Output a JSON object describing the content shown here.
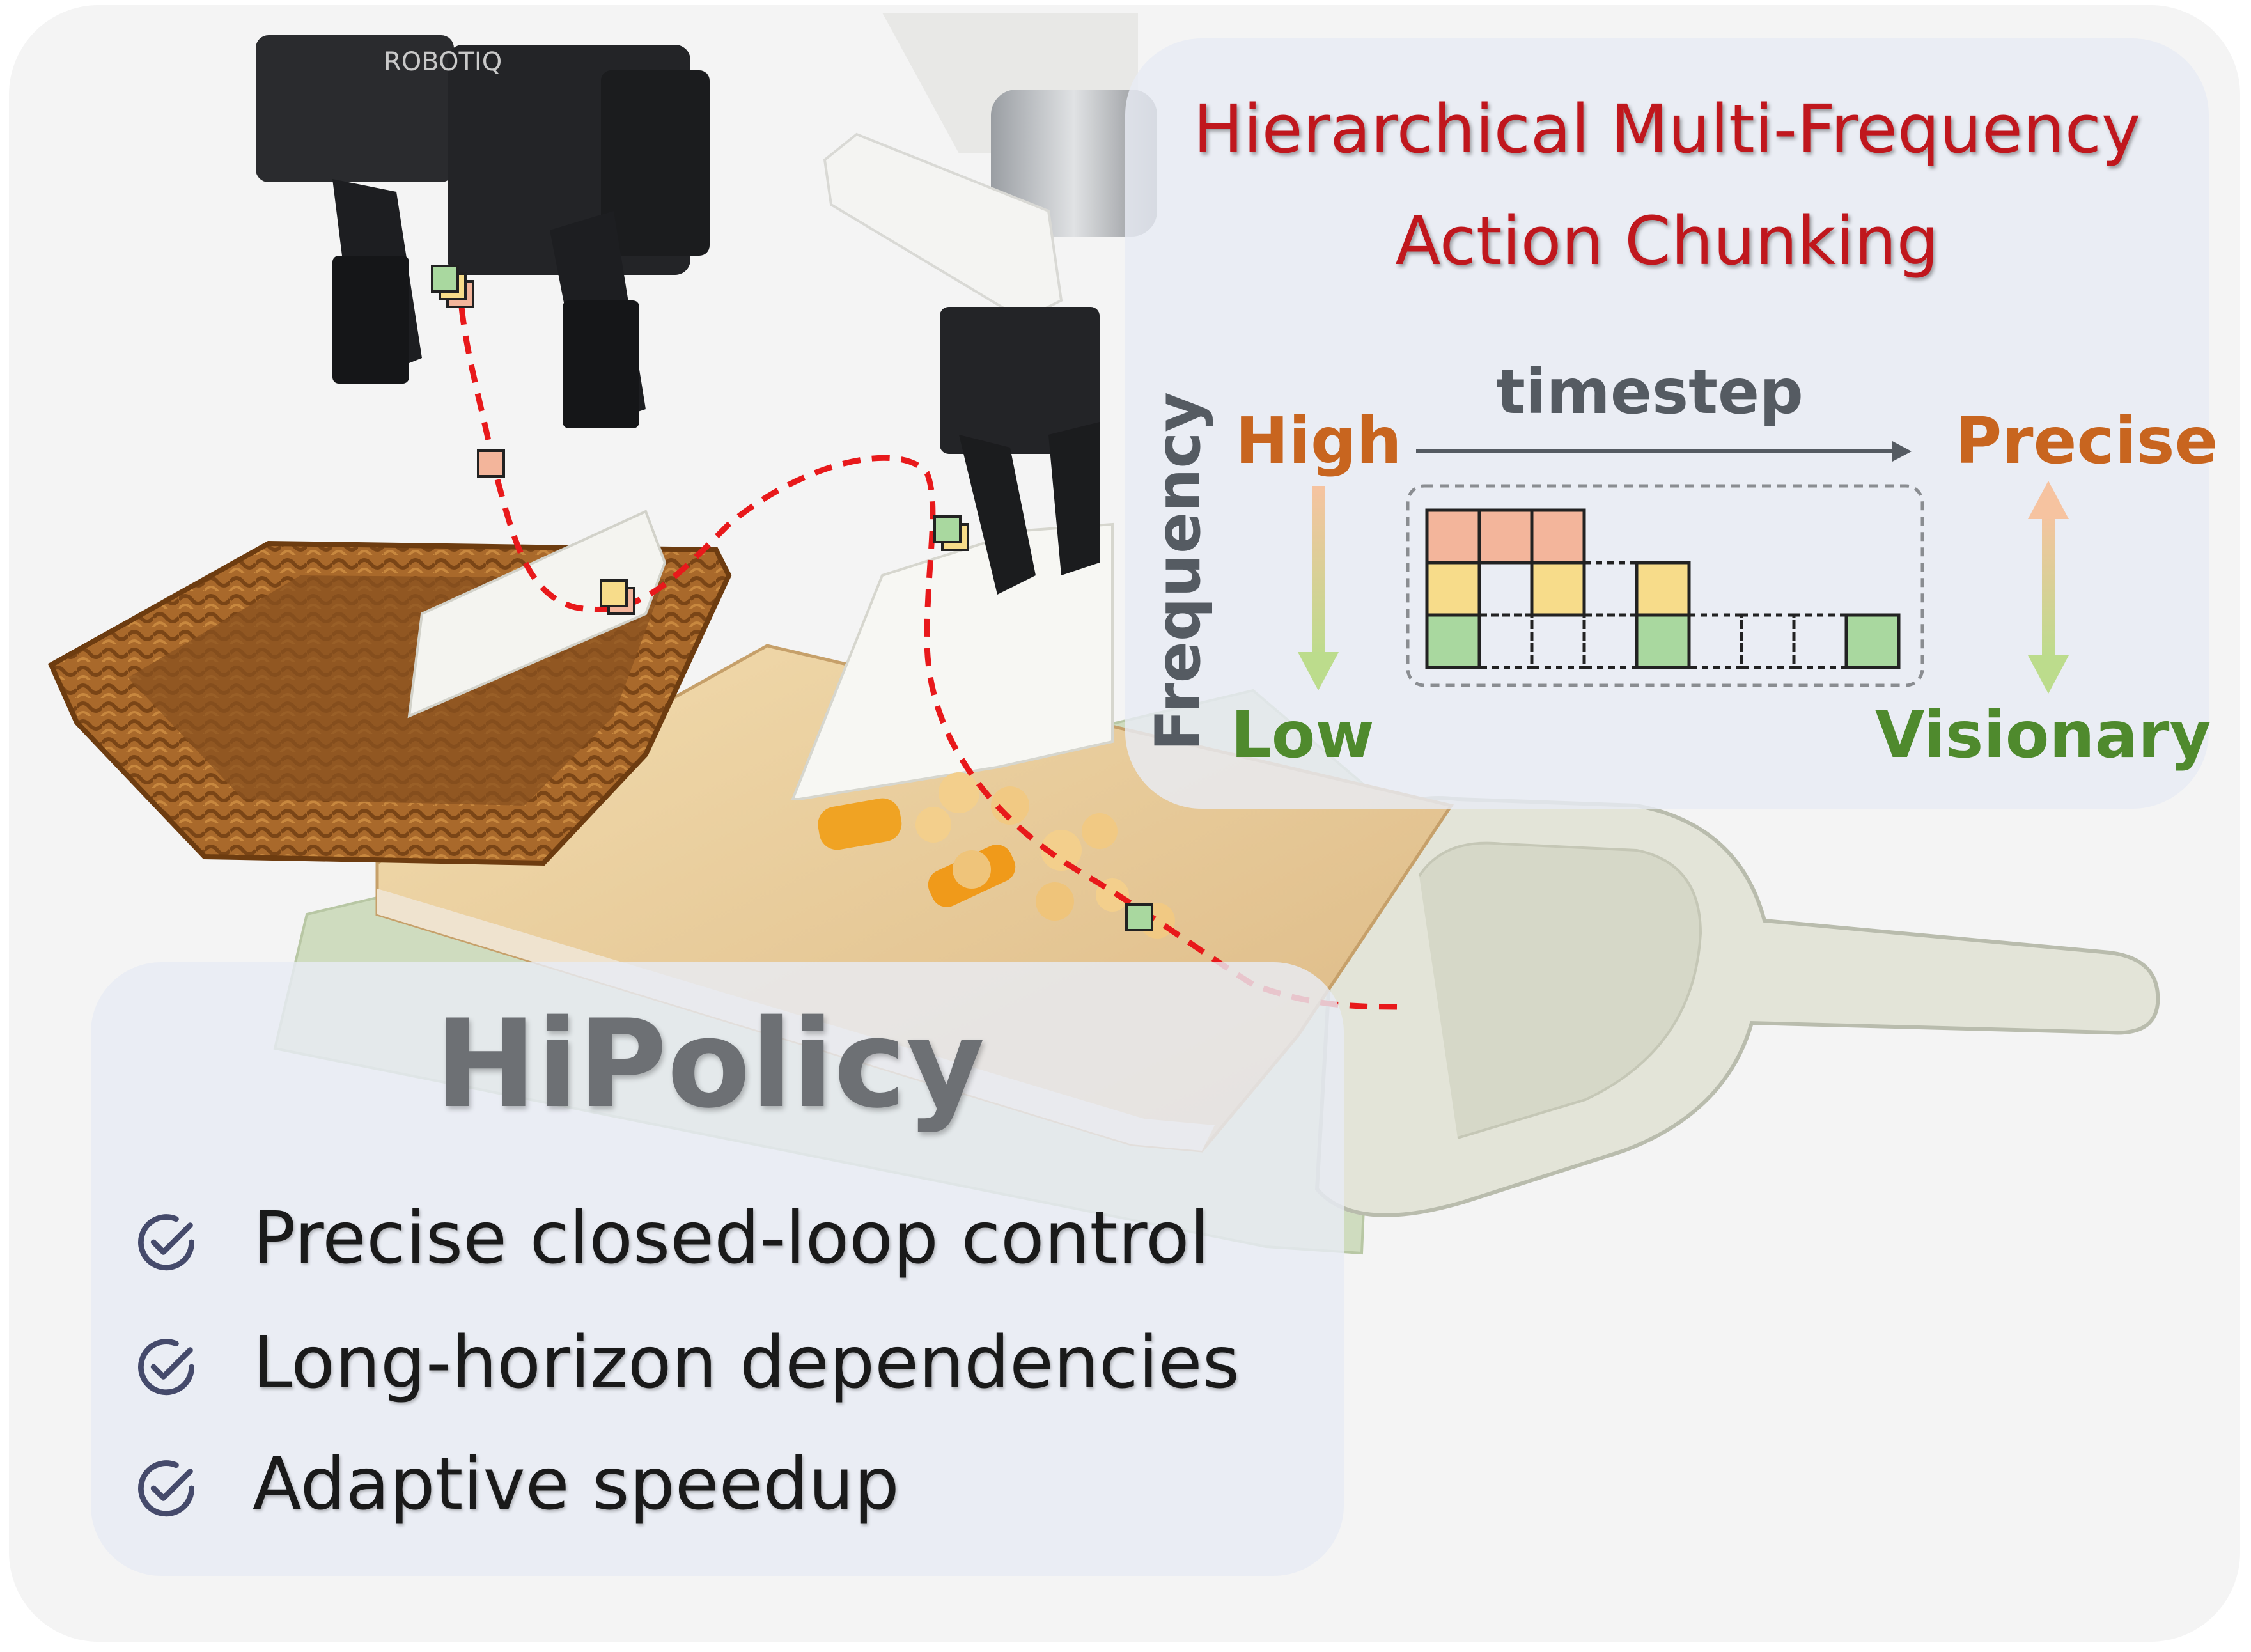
{
  "info_panel": {
    "title_line1": "Hierarchical Multi-Frequency",
    "title_line2": "Action Chunking",
    "axis_x_label": "timestep",
    "axis_y_label": "Frequency",
    "high_label": "High",
    "low_label": "Low",
    "precise_label": "Precise",
    "visionary_label": "Visionary",
    "colors": {
      "title": "#c0171d",
      "high": "#c8651f",
      "low": "#4f8a2d",
      "cell_high": "#f3b59b",
      "cell_mid": "#f7dc8a",
      "cell_low": "#a9d89f"
    }
  },
  "hipolicy": {
    "title": "HiPolicy",
    "features": [
      "Precise closed-loop control",
      "Long-horizon dependencies",
      "Adaptive speedup"
    ],
    "icon": "check-circle-icon"
  },
  "scene": {
    "objects": [
      "robotic-gripper",
      "wicker-basket",
      "scraper",
      "cutting-board",
      "snack-pieces",
      "dustpan",
      "trajectory"
    ],
    "trajectory_color": "#e8191b"
  }
}
